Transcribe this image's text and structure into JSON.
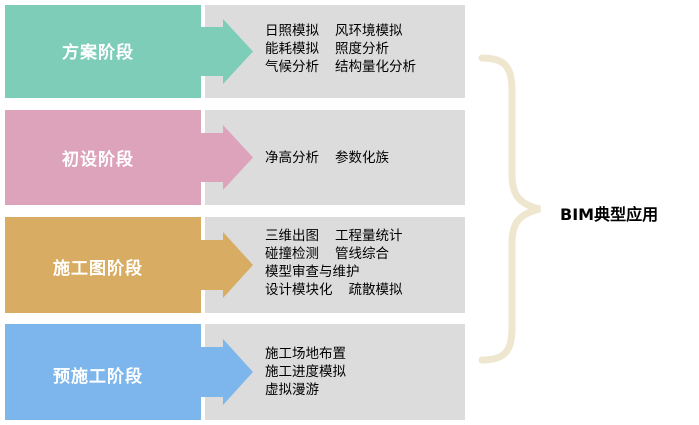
{
  "stages": [
    {
      "label": "方案阶段",
      "color": "#7ecdb9",
      "items": [
        [
          "日照模拟",
          "风环境模拟"
        ],
        [
          "能耗模拟",
          "照度分析"
        ],
        [
          "气候分析",
          "结构量化分析"
        ]
      ]
    },
    {
      "label": "初设阶段",
      "color": "#dda3bb",
      "items": [
        [
          "净高分析",
          "参数化族"
        ]
      ]
    },
    {
      "label": "施工图阶段",
      "color": "#d8ac62",
      "items": [
        [
          "三维出图",
          "工程量统计"
        ],
        [
          "碰撞检测",
          "管线综合"
        ],
        [
          "模型审查与维护"
        ],
        [
          "设计模块化",
          "疏散模拟"
        ]
      ]
    },
    {
      "label": "预施工阶段",
      "color": "#7cb6ec",
      "items": [
        [
          "施工场地布置"
        ],
        [
          "施工进度模拟"
        ],
        [
          "虚拟漫游"
        ]
      ]
    }
  ],
  "summary_label": "BIM典型应用",
  "colors": {
    "panel": "#dcdcdc",
    "brace": "#efe6cf"
  }
}
